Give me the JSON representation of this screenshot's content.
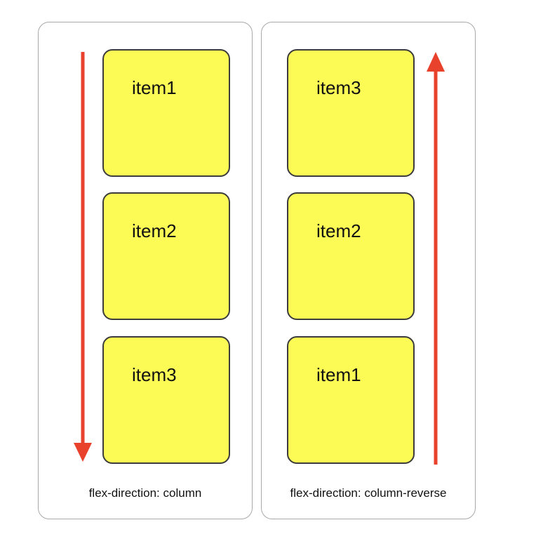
{
  "arrow_color": "#e8422c",
  "item_color": "#fcfa55",
  "panels": [
    {
      "caption": "flex-direction: column",
      "arrow_direction": "down",
      "items": [
        "item1",
        "item2",
        "item3"
      ]
    },
    {
      "caption": "flex-direction: column-reverse",
      "arrow_direction": "up",
      "items": [
        "item3",
        "item2",
        "item1"
      ]
    }
  ]
}
